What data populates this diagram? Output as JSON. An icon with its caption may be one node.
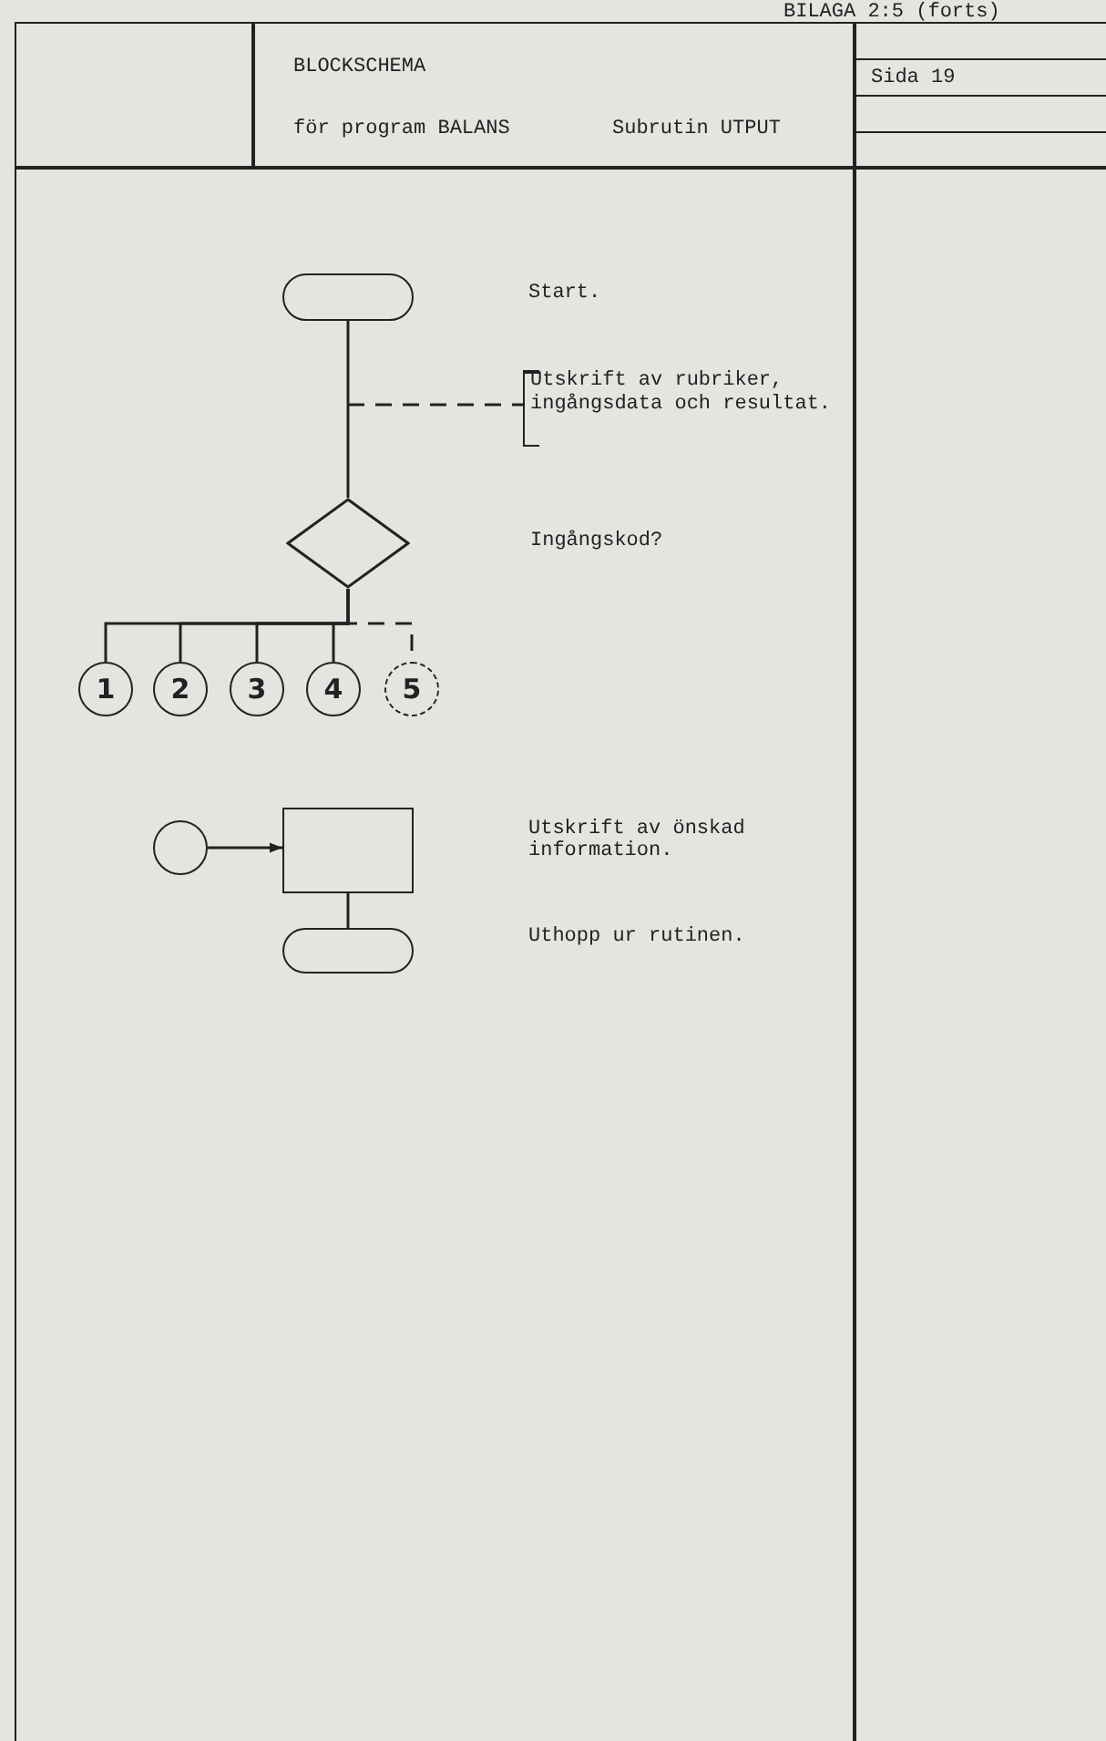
{
  "diagram": {
    "nodes": [
      {
        "text": [],
        "shape": "pill"
      },
      {
        "text": [
          "Utskrift av rubriker, ingångsdata och resultat."
        ]
      },
      {
        "text": [],
        "shape": "diamond"
      },
      {
        "text": [
          "1"
        ]
      },
      {
        "text": [
          "2"
        ]
      },
      {
        "text": [
          "3"
        ]
      },
      {
        "text": [
          "4"
        ]
      },
      {
        "text": [
          "5"
        ]
      },
      {
        "text": [],
        "shape": "circle"
      },
      {
        "text": [],
        "shape": "box"
      },
      {
        "text": [],
        "shape": "pill"
      }
    ],
    "edges": [
      {
        "from": 0,
        "to": 2,
        "arrow": "none"
      },
      {
        "from": null,
        "to": 1,
        "arrow": "none",
        "style": "dashed"
      },
      {
        "from": 2,
        "to": 3,
        "arrow": "none"
      },
      {
        "from": 2,
        "to": 4,
        "arrow": "none"
      },
      {
        "from": 2,
        "to": 5,
        "arrow": "none"
      },
      {
        "from": 2,
        "to": 6,
        "arrow": "none"
      },
      {
        "from": 2,
        "to": 7,
        "arrow": "none",
        "style": "dashed"
      },
      {
        "from": 8,
        "to": 9,
        "arrow": "to"
      },
      {
        "from": 9,
        "to": 10,
        "arrow": "none"
      }
    ],
    "labels": [
      "BILAGA 2:5 (forts)",
      "BLOCKSCHEMA",
      "Sida 19",
      "för program BALANS",
      "Subrutin UTPUT",
      "Start.",
      "Ingångskod?",
      "Utskrift av önskad information.",
      "Uthopp ur rutinen."
    ]
  }
}
